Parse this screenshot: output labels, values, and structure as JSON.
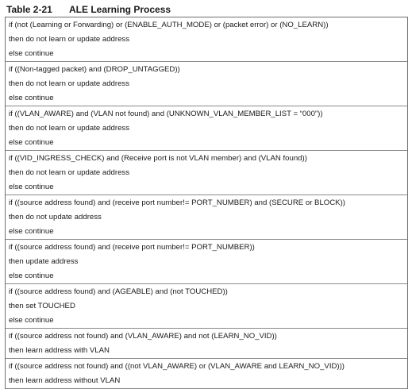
{
  "caption": {
    "number": "Table 2-21",
    "title": "ALE Learning Process"
  },
  "rows": [
    {
      "lines": [
        "if (not (Learning or Forwarding) or (ENABLE_AUTH_MODE) or (packet error) or (NO_LEARN))",
        "then do not learn or update address",
        "else continue"
      ]
    },
    {
      "lines": [
        "if ((Non-tagged packet) and (DROP_UNTAGGED))",
        "then do not learn or update address",
        "else continue"
      ]
    },
    {
      "lines": [
        "if ((VLAN_AWARE) and (VLAN not found) and (UNKNOWN_VLAN_MEMBER_LIST = “000”))",
        "then do not learn or update address",
        "else continue"
      ]
    },
    {
      "lines": [
        "if ((VID_INGRESS_CHECK) and (Receive port is not VLAN member) and (VLAN found))",
        "then do not learn or update address",
        "else continue"
      ]
    },
    {
      "lines": [
        "if ((source address found) and (receive port number!= PORT_NUMBER) and (SECURE or BLOCK))",
        "then do not update address",
        "else continue"
      ]
    },
    {
      "lines": [
        "if ((source address found) and (receive port number!= PORT_NUMBER))",
        "then update address",
        "else continue"
      ]
    },
    {
      "lines": [
        "if ((source address found) and (AGEABLE) and (not TOUCHED))",
        "then set TOUCHED",
        "else continue"
      ]
    },
    {
      "lines": [
        "if ((source address not found) and (VLAN_AWARE) and not (LEARN_NO_VID))",
        "then learn address with VLAN"
      ]
    },
    {
      "lines": [
        "if ((source address not found) and ((not VLAN_AWARE) or (VLAN_AWARE and LEARN_NO_VID)))",
        "then learn address without VLAN"
      ]
    }
  ]
}
